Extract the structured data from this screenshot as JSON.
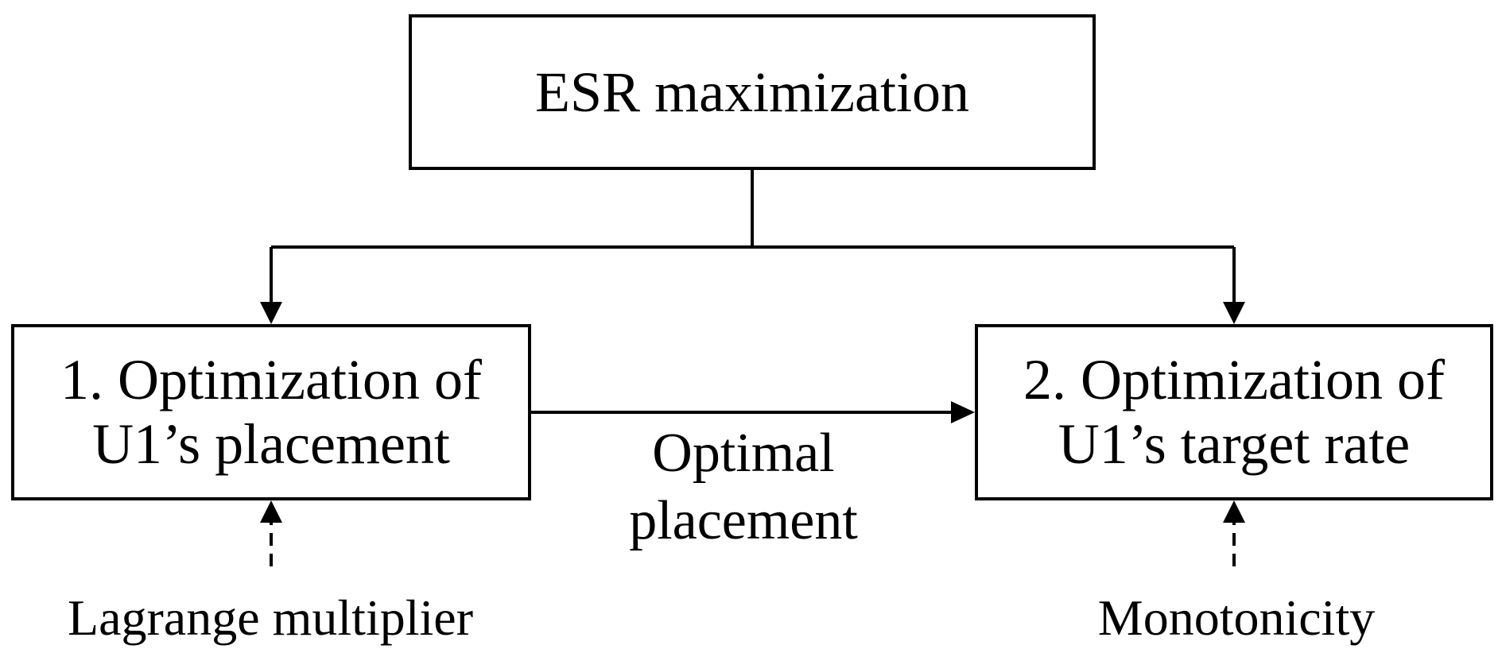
{
  "diagram": {
    "top_box": {
      "text": "ESR maximization"
    },
    "left_box": {
      "line1": "1. Optimization of",
      "line2": "U1’s placement"
    },
    "right_box": {
      "line1": "2. Optimization of",
      "line2": "U1’s target rate"
    },
    "edge_label": {
      "line1": "Optimal",
      "line2": "placement"
    },
    "left_method": "Lagrange multiplier",
    "right_method": "Monotonicity",
    "colors": {
      "stroke": "#000000",
      "background": "#ffffff"
    }
  }
}
